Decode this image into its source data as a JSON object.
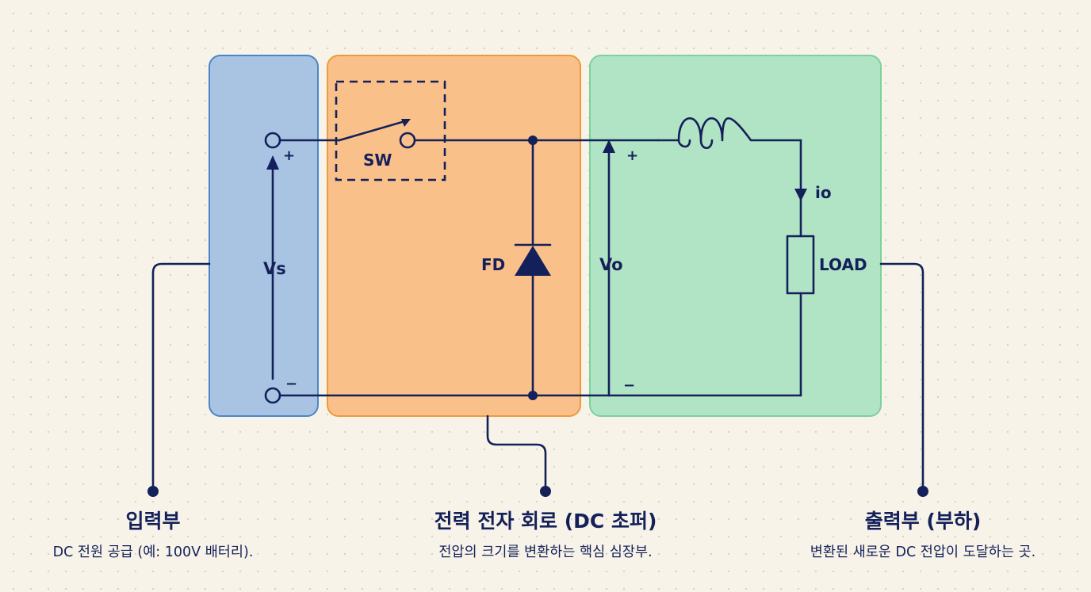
{
  "colors": {
    "ink": "#14205a",
    "input_fill": "#a9c4e2",
    "input_border": "#4a86c8",
    "converter_fill": "#f9c08a",
    "converter_border": "#ee9a3c",
    "output_fill": "#b0e4c4",
    "output_border": "#7cd19c",
    "background": "#f7f3e8"
  },
  "circuit": {
    "switch_label": "SW",
    "diode_label": "FD",
    "input_voltage_label": "Vs",
    "output_voltage_label": "Vo",
    "current_label": "io",
    "load_label": "LOAD",
    "plus_sign": "+",
    "minus_sign": "−"
  },
  "sections": {
    "input": {
      "title": "입력부",
      "description": "DC 전원 공급 (예: 100V 배터리)."
    },
    "converter": {
      "title": "전력 전자 회로 (DC 초퍼)",
      "description": "전압의 크기를 변환하는 핵심 심장부."
    },
    "output": {
      "title": "출력부 (부하)",
      "description": "변환된 새로운 DC 전압이 도달하는 곳."
    }
  }
}
